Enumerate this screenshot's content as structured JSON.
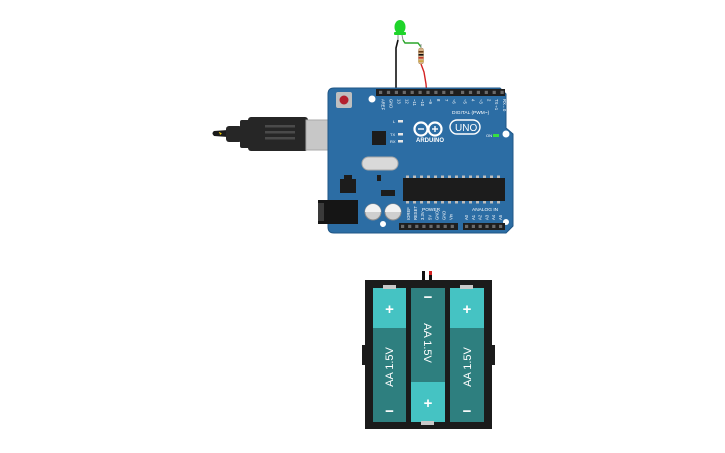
{
  "colors": {
    "board": "#2c6da4",
    "board_edge": "#1f5686",
    "header": "#1e1e1e",
    "usb_plug": "#262626",
    "usb_metal": "#c7c7c7",
    "led": "#1fd42a",
    "wire_black": "#111111",
    "wire_red": "#d42222",
    "wire_green": "#2aa52a",
    "battery_case": "#1b1b1b",
    "cell_body": "#2e7f7f",
    "cell_cap": "#45c3c3"
  },
  "board": {
    "header_digital_label": "DIGITAL (PWM~)",
    "header_power_label": "POWER",
    "header_analog_label": "ANALOG IN",
    "brand": "ARDUINO",
    "model": "UNO",
    "on_label": "ON",
    "tx_label": "TX",
    "rx_label": "RX",
    "l_label": "L",
    "digital_pins": [
      "AREF",
      "GND",
      "13",
      "12",
      "~11",
      "~10",
      "~9",
      "8",
      "7",
      "~6",
      "~5",
      "4",
      "~3",
      "2",
      "TX➝1",
      "RX←0"
    ],
    "power_pins": [
      "IOREF",
      "RESET",
      "3.3V",
      "5V",
      "GND",
      "GND",
      "Vin"
    ],
    "analog_pins": [
      "A0",
      "A1",
      "A2",
      "A3",
      "A4",
      "A5"
    ]
  },
  "battery": {
    "cells": [
      {
        "label": "AA 1.5V",
        "top_sign": "+",
        "bottom_sign": "−"
      },
      {
        "label": "AA 1.5V",
        "top_sign": "−",
        "bottom_sign": "+"
      },
      {
        "label": "AA 1.5V",
        "top_sign": "+",
        "bottom_sign": "−"
      }
    ]
  }
}
